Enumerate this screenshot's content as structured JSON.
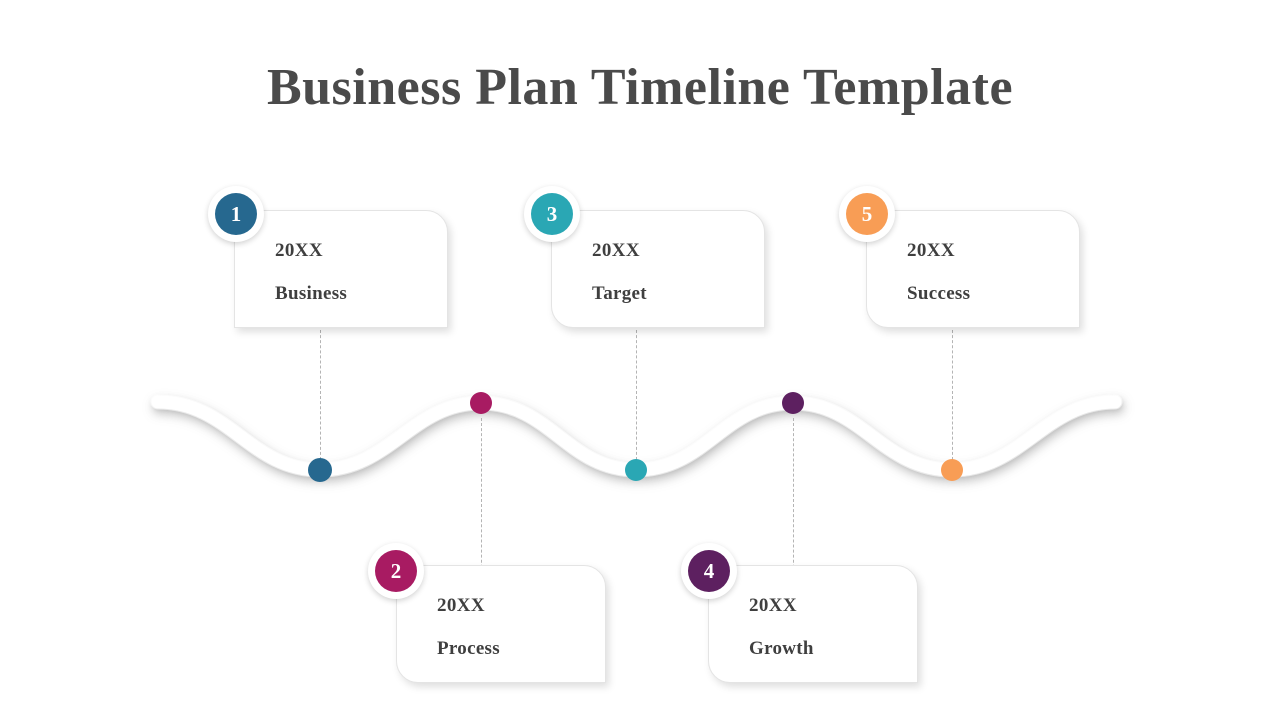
{
  "slide": {
    "title": "Business Plan Timeline Template",
    "background_color": "#ffffff",
    "title_color": "#4a4a4a"
  },
  "theme": {
    "step1_color": "#26688f",
    "step2_color": "#a81b62",
    "step3_color": "#2aa7b4",
    "step4_color": "#5d2060",
    "step5_color": "#f89d55",
    "card_border_color": "#e4e4e4",
    "connector_color": "#b4b4b4",
    "text_color": "#3f3f3f"
  },
  "timeline": {
    "steps": [
      {
        "number": "1",
        "year": "20XX",
        "label": "Business",
        "color": "#26688f",
        "position": "above"
      },
      {
        "number": "2",
        "year": "20XX",
        "label": "Process",
        "color": "#a81b62",
        "position": "below"
      },
      {
        "number": "3",
        "year": "20XX",
        "label": "Target",
        "color": "#2aa7b4",
        "position": "above"
      },
      {
        "number": "4",
        "year": "20XX",
        "label": "Growth",
        "color": "#5d2060",
        "position": "below"
      },
      {
        "number": "5",
        "year": "20XX",
        "label": "Success",
        "color": "#f89d55",
        "position": "above"
      }
    ]
  }
}
